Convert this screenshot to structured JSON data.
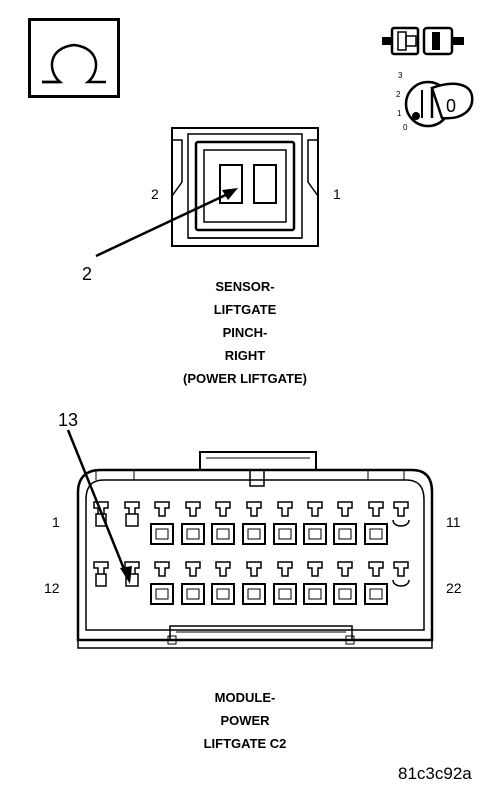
{
  "ohm_symbol": {
    "icon": "ohm-icon"
  },
  "ignition_key": {
    "icon": "ignition-key-icon",
    "positions": [
      "3",
      "2",
      "1",
      "0"
    ],
    "key_label": "0"
  },
  "sensor_connector": {
    "pin_left": "2",
    "pin_right": "1",
    "callout": "2",
    "caption": [
      "SENSOR-",
      "LIFTGATE",
      "PINCH-",
      "RIGHT",
      "(POWER LIFTGATE)"
    ]
  },
  "module_connector": {
    "callout": "13",
    "pin_top_left": "1",
    "pin_top_right": "11",
    "pin_bottom_left": "12",
    "pin_bottom_right": "22",
    "caption": [
      "MODULE-",
      "POWER",
      "LIFTGATE C2"
    ]
  },
  "figure_id": "81c3c92a"
}
